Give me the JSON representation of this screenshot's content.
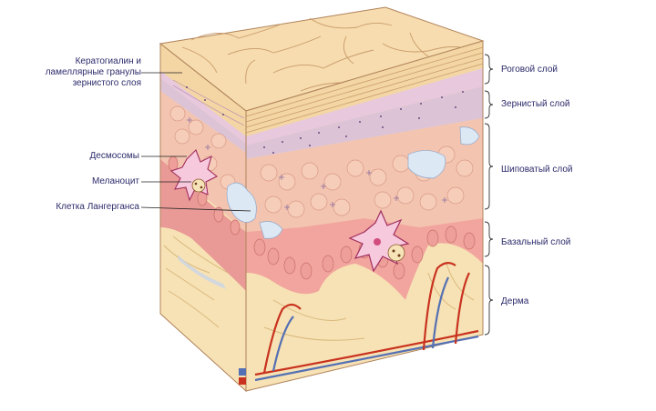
{
  "left_labels": [
    {
      "id": "keratohyalin",
      "lines": [
        "Кератогиалин и",
        "ламеллярные гранулы",
        "зернистого слоя"
      ]
    },
    {
      "id": "desmosomes",
      "lines": [
        "Десмосомы"
      ]
    },
    {
      "id": "melanocyte",
      "lines": [
        "Меланоцит"
      ]
    },
    {
      "id": "langerhans",
      "lines": [
        "Клетка Лангерганса"
      ]
    }
  ],
  "right_labels": [
    {
      "id": "stratum-corneum",
      "text": "Роговой слой"
    },
    {
      "id": "stratum-granulosum",
      "text": "Зернистый слой"
    },
    {
      "id": "stratum-spinosum",
      "text": "Шиповатый слой"
    },
    {
      "id": "stratum-basale",
      "text": "Базальный слой"
    },
    {
      "id": "dermis",
      "text": "Дерма"
    }
  ],
  "colors": {
    "label_text": "#2b2b6b",
    "corneum": "#f5d9a8",
    "granulosum": "#dcc3d6",
    "spinosum": "#f3c4b0",
    "basale": "#e99a96",
    "dermis": "#f7e2b5",
    "vessel_red": "#c8321e",
    "vessel_blue": "#5470b4",
    "leader": "#222222"
  }
}
